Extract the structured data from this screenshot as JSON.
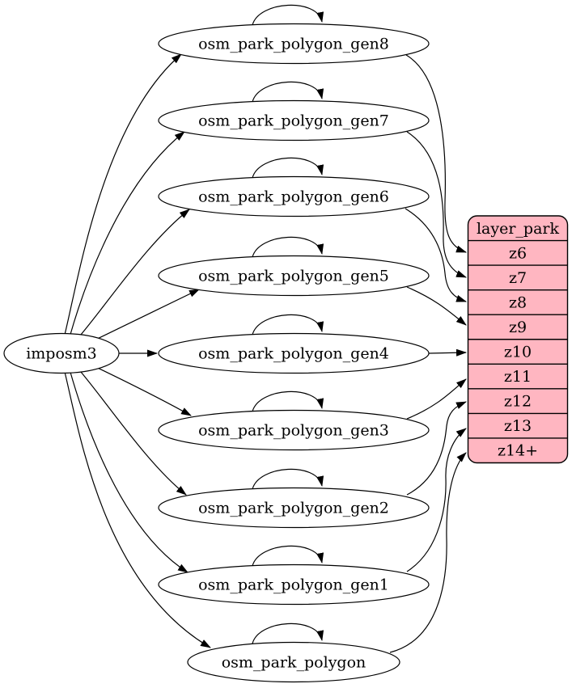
{
  "diagram": {
    "kind": "graphviz-digraph",
    "source": {
      "label": "imposm3"
    },
    "tables": [
      {
        "label": "osm_park_polygon_gen8",
        "self_loop": true,
        "writes_to": "z6"
      },
      {
        "label": "osm_park_polygon_gen7",
        "self_loop": true,
        "writes_to": "z7"
      },
      {
        "label": "osm_park_polygon_gen6",
        "self_loop": true,
        "writes_to": "z8"
      },
      {
        "label": "osm_park_polygon_gen5",
        "self_loop": true,
        "writes_to": "z9"
      },
      {
        "label": "osm_park_polygon_gen4",
        "self_loop": true,
        "writes_to": "z10"
      },
      {
        "label": "osm_park_polygon_gen3",
        "self_loop": true,
        "writes_to": "z11"
      },
      {
        "label": "osm_park_polygon_gen2",
        "self_loop": true,
        "writes_to": "z12"
      },
      {
        "label": "osm_park_polygon_gen1",
        "self_loop": true,
        "writes_to": "z13"
      },
      {
        "label": "osm_park_polygon",
        "self_loop": true,
        "writes_to": "z14+"
      }
    ],
    "layer": {
      "title": "layer_park",
      "rows": [
        "z6",
        "z7",
        "z8",
        "z9",
        "z10",
        "z11",
        "z12",
        "z13",
        "z14+"
      ]
    },
    "colors": {
      "layer_fill": "#ffb6c1",
      "node_fill": "#ffffff",
      "stroke": "#000000",
      "edge": "#000000",
      "text": "#000000",
      "background": "#ffffff"
    }
  }
}
